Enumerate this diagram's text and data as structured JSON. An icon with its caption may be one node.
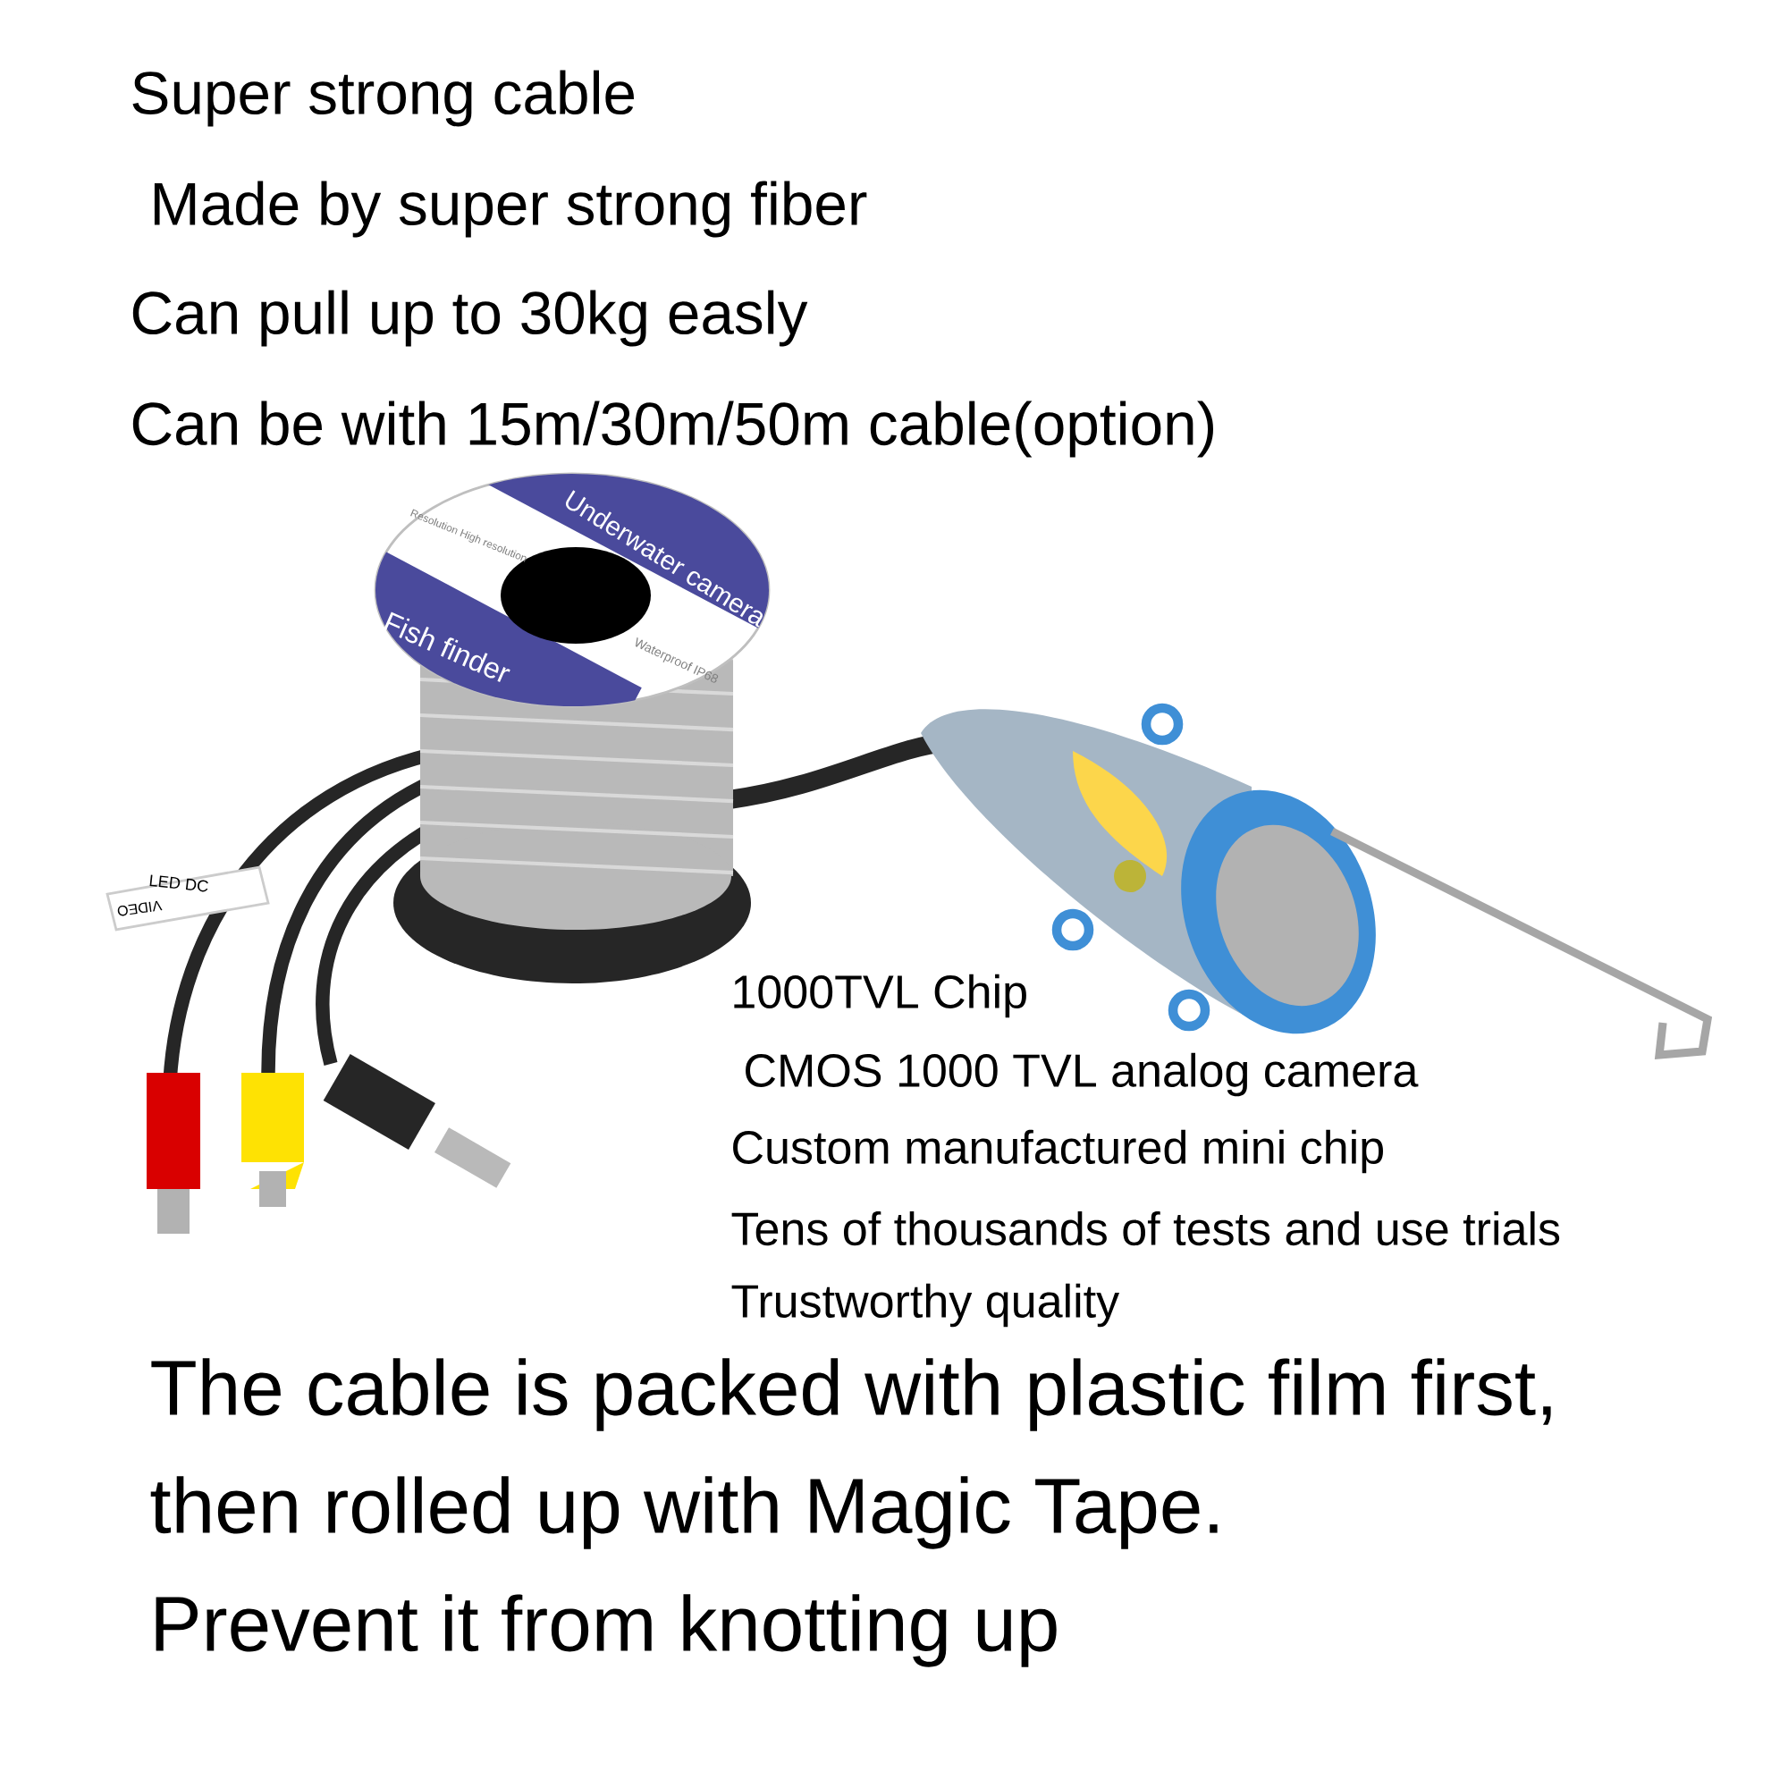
{
  "diagram": {
    "labels": [
      "Super strong cable",
      "Made by super strong fiber",
      "Can pull up to 30kg easly",
      "Can be with 15m/30m/50m cable(option)",
      "Underwater camera",
      "Fish finder",
      "Resolution High resolution",
      "Waterproof IP68",
      "LED DC",
      "VIDEO",
      "1000TVL Chip",
      "CMOS 1000 TVL analog camera",
      "Custom manufactured mini chip",
      "Tens of thousands of tests and use trials",
      "Trustworthy quality",
      "The cable is packed with plastic film first,",
      "then rolled up with Magic Tape.",
      "Prevent it from knotting up"
    ]
  }
}
